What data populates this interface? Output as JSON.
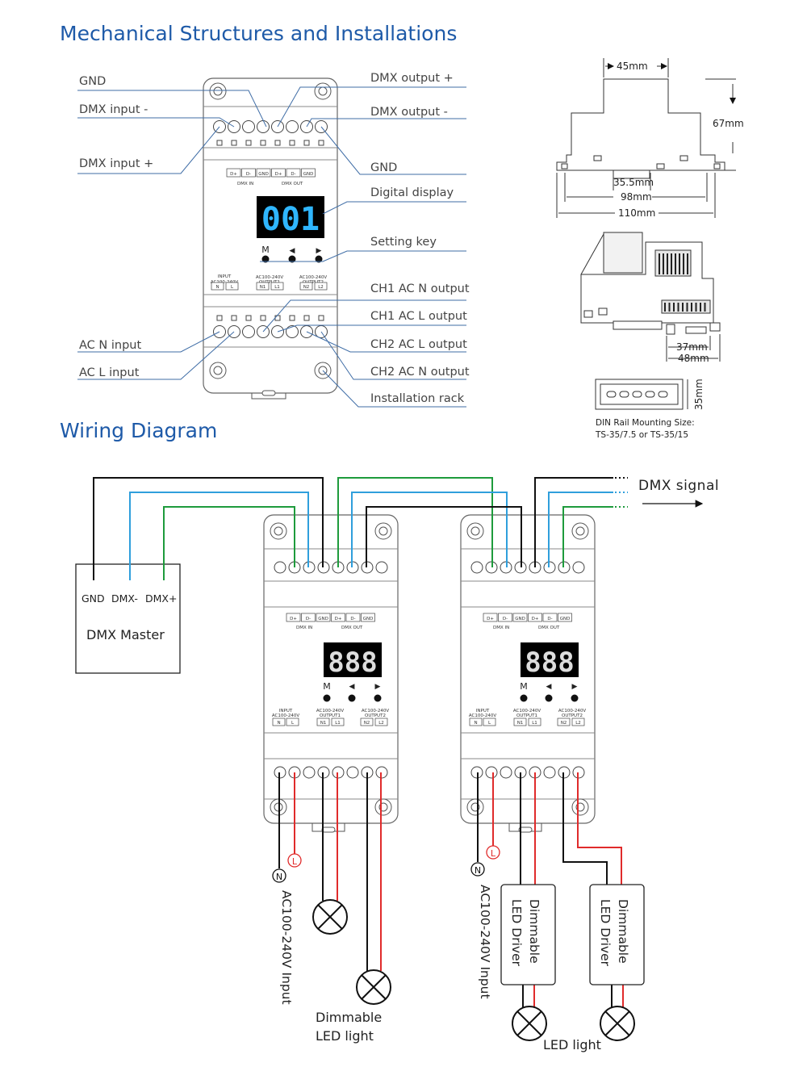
{
  "titles": {
    "mech": "Mechanical Structures and Installations",
    "wiring": "Wiring Diagram"
  },
  "callouts": {
    "gnd_left": "GND",
    "dmx_in_minus": "DMX input -",
    "dmx_in_plus": "DMX input +",
    "dmx_out_plus": "DMX output +",
    "dmx_out_minus": "DMX output -",
    "gnd_right": "GND",
    "digital_display": "Digital display",
    "setting_key": "Setting key",
    "ch1_n": "CH1 AC N output",
    "ch1_l": "CH1 AC L output",
    "ch2_l": "CH2 AC L output",
    "ch2_n": "CH2 AC N output",
    "install_rack": "Installation rack",
    "ac_n_in": "AC N input",
    "ac_l_in": "AC L input"
  },
  "device": {
    "display_main": "001",
    "display_wiring": "888",
    "key_m": "M",
    "key_left": "◀",
    "key_right": "▶",
    "term_top": [
      "D+",
      "D-",
      "GND",
      "D+",
      "D-",
      "GND"
    ],
    "dmx_in": "DMX IN",
    "dmx_out": "DMX OUT",
    "input": "INPUT",
    "input_v": "AC100-240V",
    "out1_v": "AC100-240V",
    "out1": "OUTPUT1",
    "out2_v": "AC100-240V",
    "out2": "OUTPUT2",
    "term_bottom": [
      "N",
      "L",
      "N1",
      "L1",
      "N2",
      "L2"
    ]
  },
  "dims": {
    "w45": "45mm",
    "h67": "67mm",
    "w355": "35.5mm",
    "w98": "98mm",
    "w110": "110mm",
    "w37": "37mm",
    "w48": "48mm",
    "rail35": "35mm",
    "rail_note1": "DIN Rail Mounting Size:",
    "rail_note2": "TS-35/7.5 or TS-35/15"
  },
  "wiring": {
    "dmx_signal": "DMX signal",
    "gnd": "GND",
    "dmx_minus": "DMX-",
    "dmx_plus": "DMX+",
    "master": "DMX Master",
    "n": "N",
    "l": "L",
    "input1": "AC100-240V Input",
    "input2": "AC100-240V Input",
    "dimmable_led_l1": "Dimmable",
    "dimmable_led_l2": "LED light",
    "driver_l1": "Dimmable",
    "driver_l2": "LED Driver",
    "led_light": "LED light"
  },
  "colors": {
    "title": "#1e5aa8",
    "line": "#3f6da6",
    "black": "#111111",
    "blue": "#2f9fdc",
    "green": "#1e9b3c",
    "red": "#e02b2b",
    "lcd_bg": "#000000",
    "lcd_blue": "#2fb6ff"
  }
}
